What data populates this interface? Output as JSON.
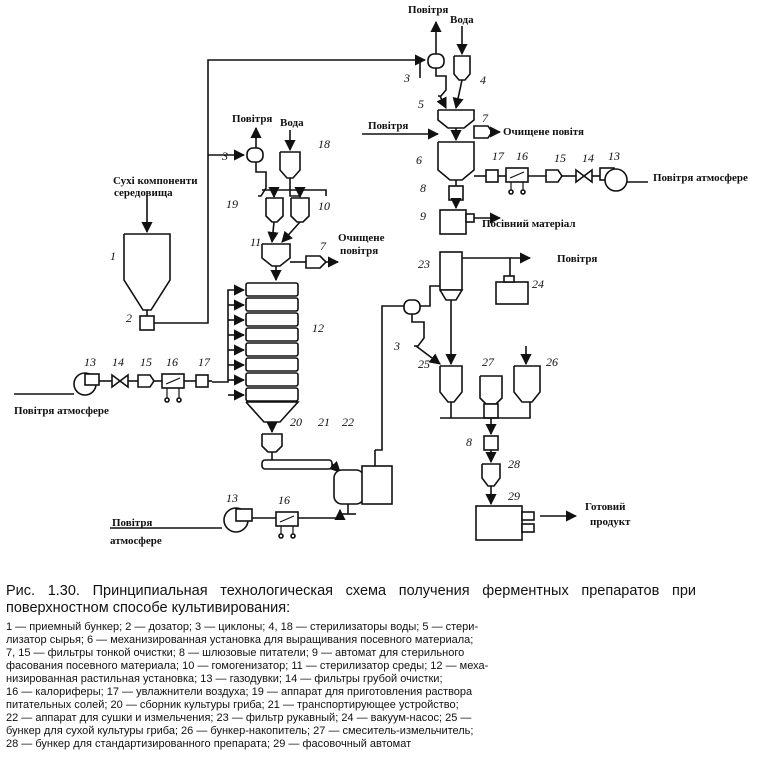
{
  "labels": {
    "air": "Повітря",
    "water": "Вода",
    "clean_air": "Очищене повітя",
    "atm_air": "Повітря атмосфере",
    "atm_air_l1": "Повітря",
    "atm_air_l2": "атмосфере",
    "dry_l1": "Сухі компоненти",
    "dry_l2": "середовища",
    "clean_air_l1": "Очищене",
    "clean_air_l2": "повітря",
    "seed": "Посівний матеріал",
    "ready_l1": "Готовий",
    "ready_l2": "продукт"
  },
  "numbers": [
    "1",
    "2",
    "3",
    "4",
    "5",
    "6",
    "7",
    "8",
    "9",
    "10",
    "11",
    "12",
    "13",
    "14",
    "15",
    "16",
    "17",
    "18",
    "19",
    "20",
    "21",
    "22",
    "23",
    "24",
    "25",
    "26",
    "27",
    "28",
    "29"
  ],
  "caption": {
    "title": "Рис. 1.30. Принципиальная технологическая схема получения ферментных препаратов при поверхностном способе культивирования:",
    "legend": [
      "1 — приемный бункер; 2 — дозатор; 3 — циклоны; 4, 18 — стерилизаторы воды; 5 — стери-",
      "лизатор сырья; 6 — механизированная установка для выращивания посевного материала;",
      "7, 15 — фильтры тонкой очистки; 8 — шлюзовые питатели; 9 — автомат для стерильного",
      "фасования посевного материала; 10 — гомогенизатор; 11 — стерилизатор среды; 12 — меха-",
      "низированная растильная установка; 13 — газодувки; 14 — фильтры грубой очистки;",
      "16 — калориферы; 17 — увлажнители воздуха; 19 — аппарат для приготовления раствора",
      "питательных солей; 20 — сборник культуры гриба; 21 — транспортирующее устройство;",
      "22 — аппарат для сушки и измельчения; 23 — фильтр рукавный; 24 — вакуум-насос; 25 —",
      "бункер для сухой культуры гриба; 26 — бункер-накопитель; 27 — смеситель-измельчитель;",
      "28 — бункер для стандартизированного препарата; 29 — фасовочный автомат"
    ]
  }
}
